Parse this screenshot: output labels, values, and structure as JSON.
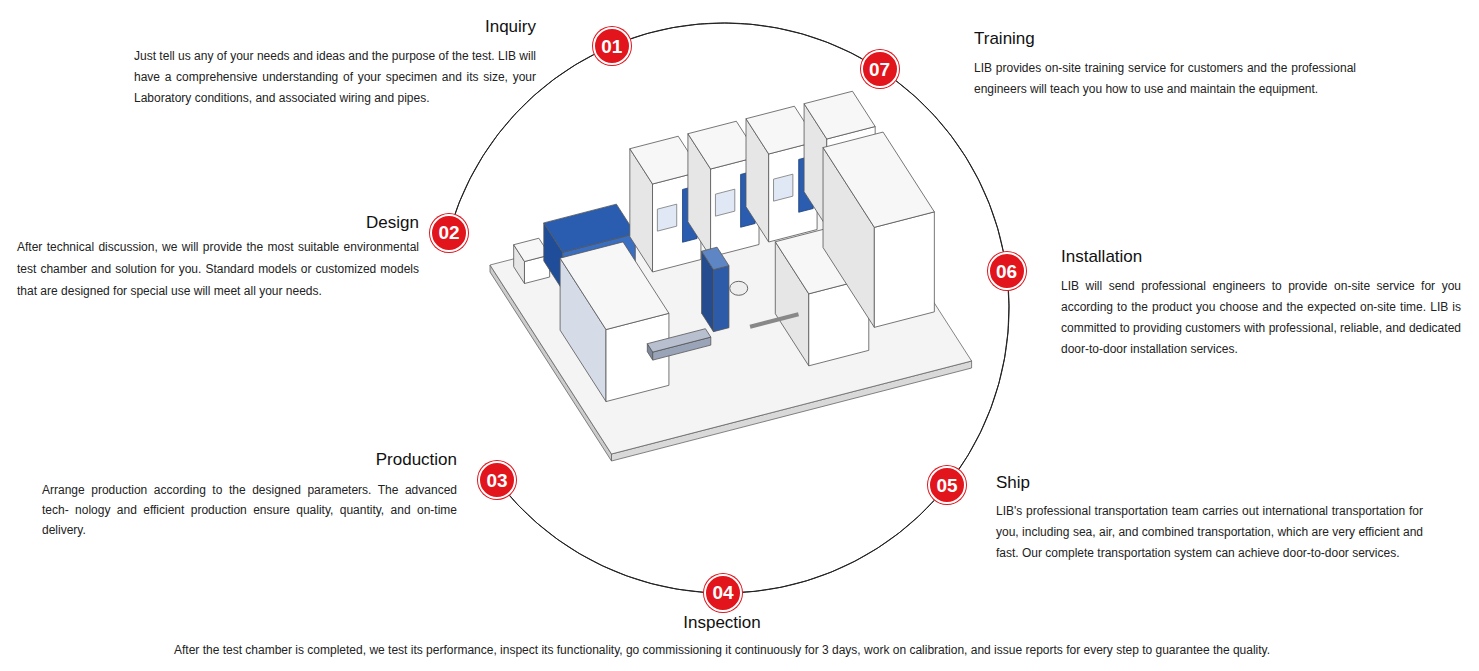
{
  "diagram": {
    "nodes": [
      {
        "text": [
          "01",
          "Inquiry",
          "Just tell us any of your needs and ideas and the purpose of the test. LIB will have a comprehensive understanding of your specimen and its size, your Laboratory conditions, and associated wiring and pipes."
        ]
      },
      {
        "text": [
          "02",
          "Design",
          "After technical discussion, we will provide the most suitable environmental test chamber and solution for you. Standard models or customized models that are designed for special use will meet all your needs."
        ]
      },
      {
        "text": [
          "03",
          "Production",
          "Arrange production according to the designed parameters. The advanced tech- nology and efficient production ensure quality, quantity, and on-time delivery."
        ]
      },
      {
        "text": [
          "04",
          "Inspection",
          "After the test chamber is completed, we test its performance, inspect its functionality, go commissioning it continuously for 3 days, work on calibration, and issue reports for every step to guarantee the quality."
        ]
      },
      {
        "text": [
          "05",
          "Ship",
          "LIB's professional transportation team carries out international transportation for you, including sea, air, and combined transportation, which are very efficient and fast. Our complete transportation system can achieve door-to-door services."
        ]
      },
      {
        "text": [
          "06",
          "Installation",
          "LIB will send professional engineers to provide on-site service for you according to the product you choose and the expected on-site time. LIB is committed to providing customers with professional, reliable, and dedicated door-to-door installation services."
        ]
      },
      {
        "text": [
          "07",
          "Training",
          "LIB provides on-site training service for customers and the professional engineers will teach you how to use and maintain the equipment."
        ]
      }
    ],
    "edges": [
      {
        "from": 0,
        "to": 1,
        "arrow": "none"
      },
      {
        "from": 1,
        "to": 2,
        "arrow": "none"
      },
      {
        "from": 2,
        "to": 3,
        "arrow": "none"
      },
      {
        "from": 3,
        "to": 4,
        "arrow": "none"
      },
      {
        "from": 4,
        "to": 5,
        "arrow": "none"
      },
      {
        "from": 5,
        "to": 6,
        "arrow": "none"
      },
      {
        "from": 6,
        "to": 0,
        "arrow": "none"
      }
    ]
  }
}
